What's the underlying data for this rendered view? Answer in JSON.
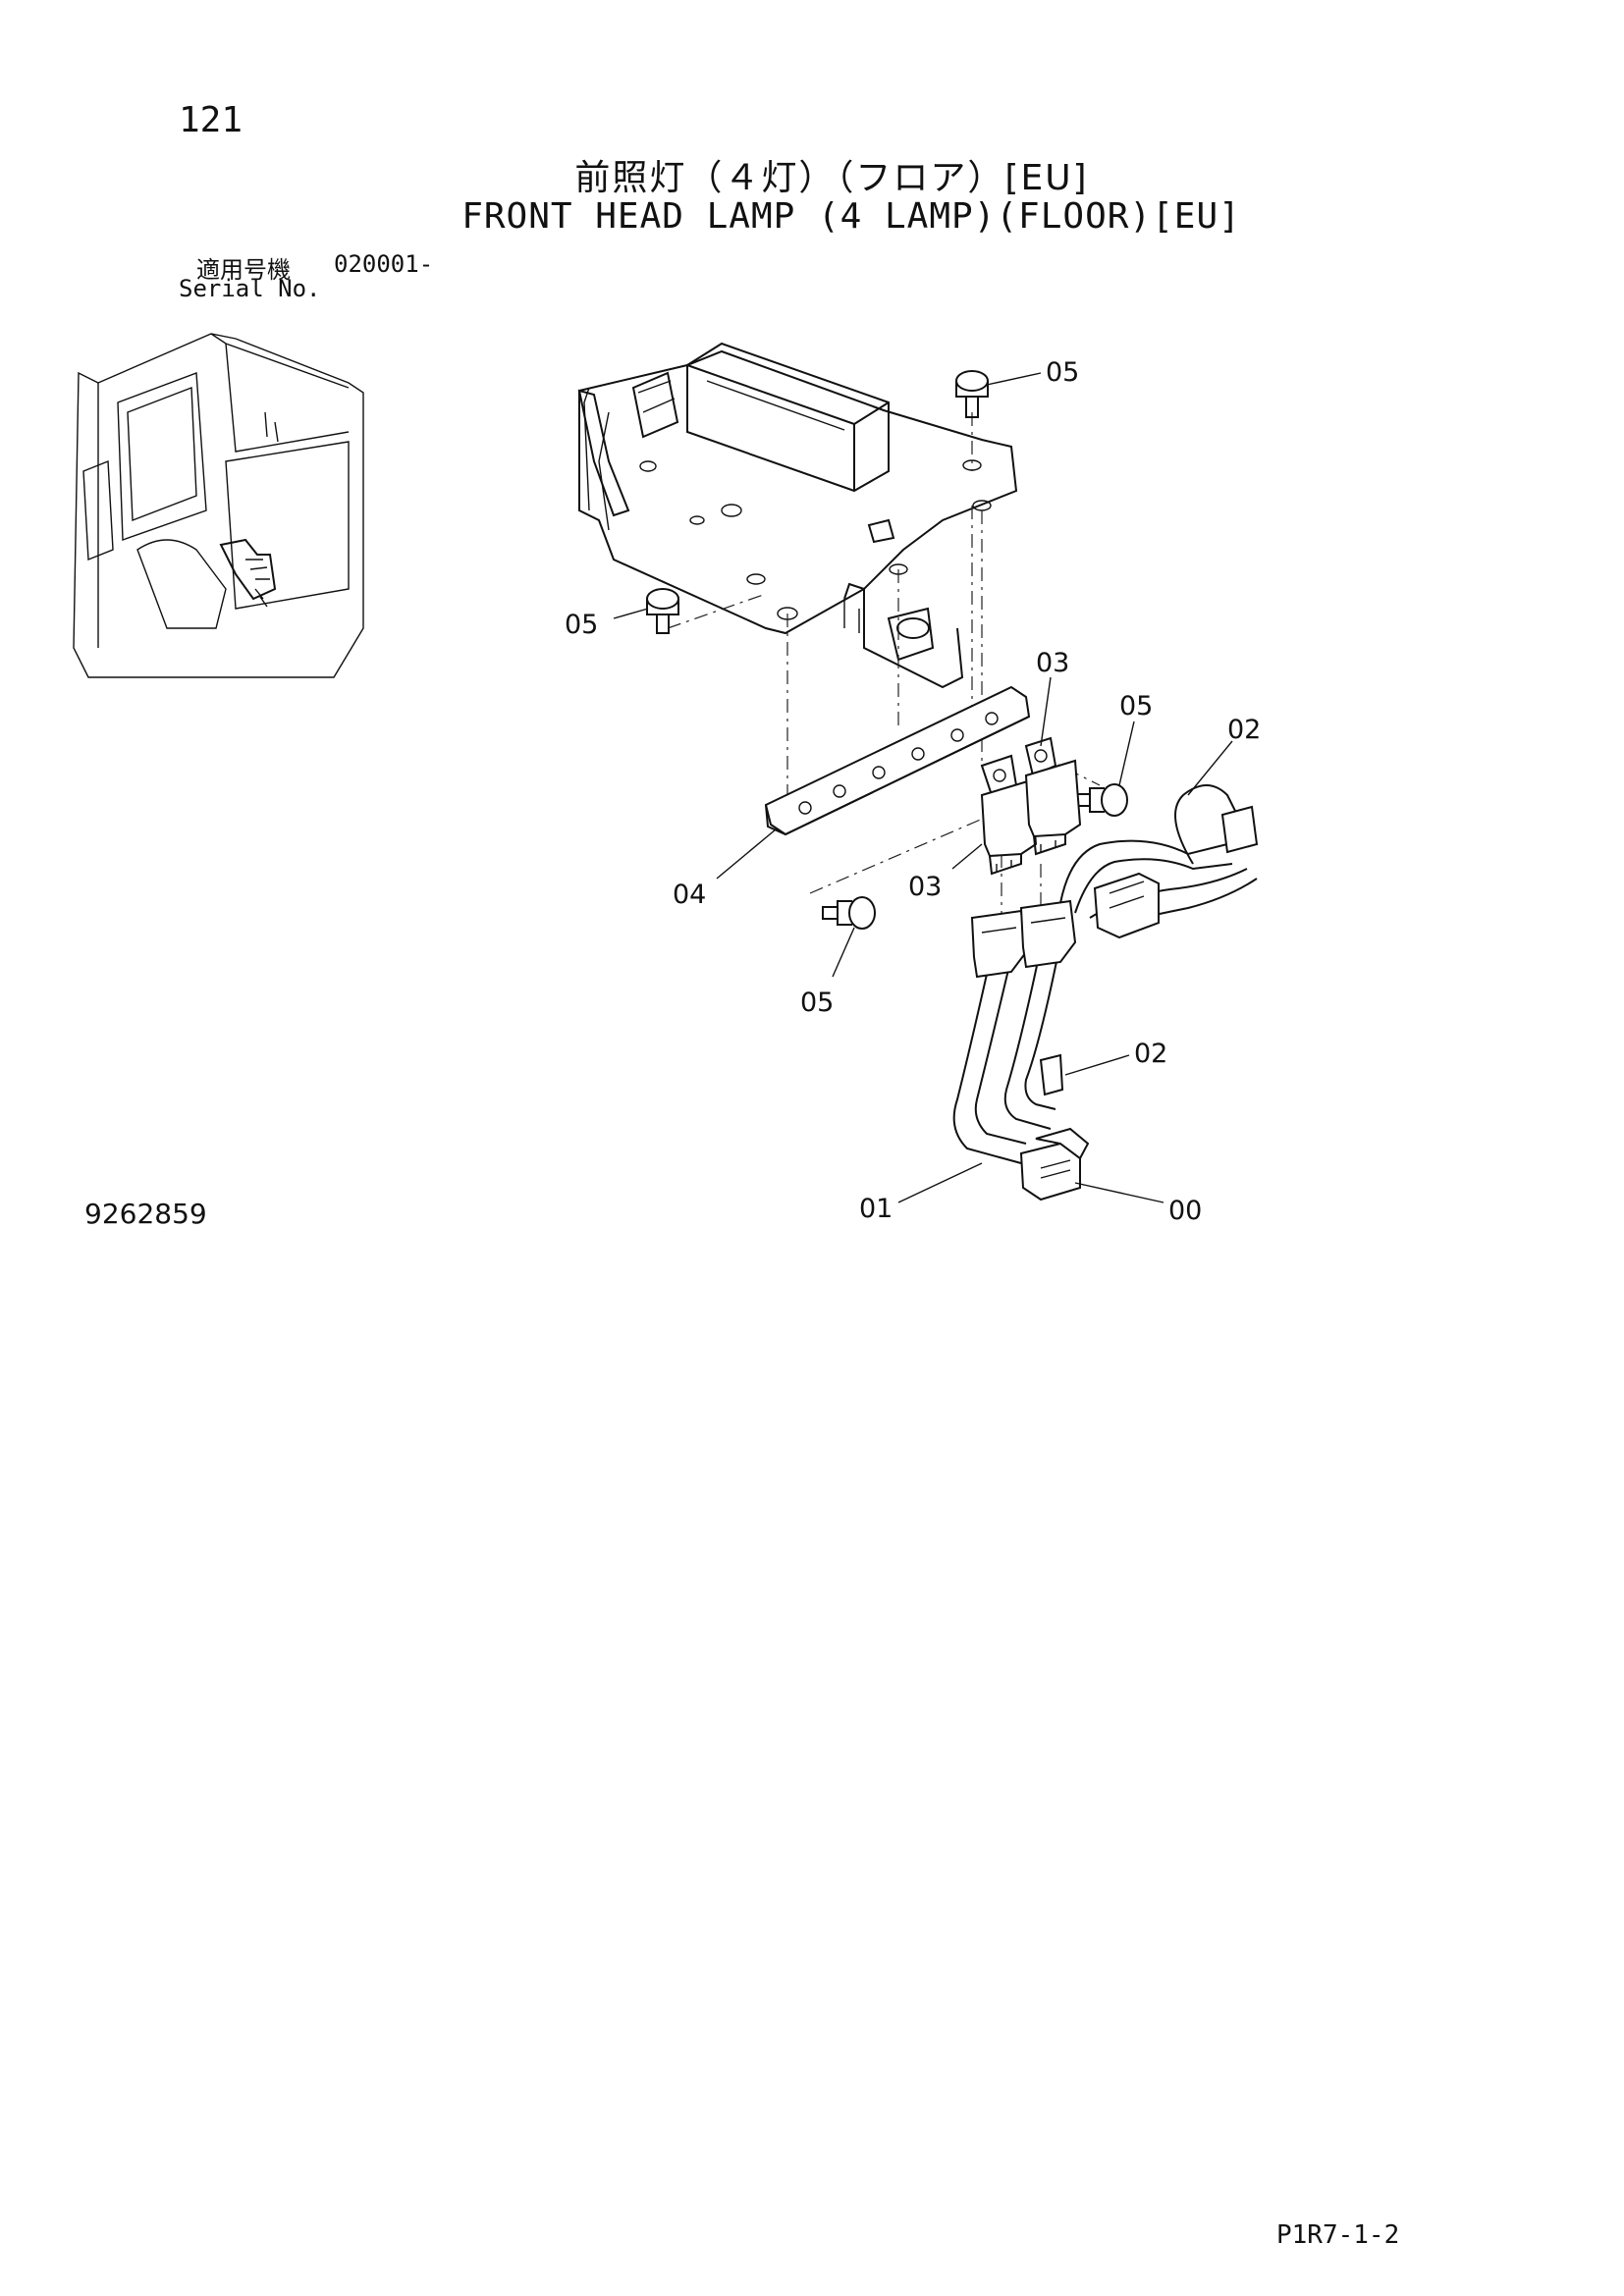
{
  "page_number": "121",
  "title_jp": "前照灯（４灯）（フロア）[EU]",
  "title_en": "FRONT HEAD LAMP (4 LAMP)(FLOOR)[EU]",
  "serial": {
    "label_jp": "適用号機",
    "value": "020001-",
    "label_en": "Serial No."
  },
  "drawing_number": "9262859",
  "page_code": "P1R7-1-2",
  "callouts": [
    {
      "id": "05",
      "label": "05"
    },
    {
      "id": "05",
      "label": "05"
    },
    {
      "id": "03",
      "label": "03"
    },
    {
      "id": "05",
      "label": "05"
    },
    {
      "id": "02",
      "label": "02"
    },
    {
      "id": "04",
      "label": "04"
    },
    {
      "id": "03",
      "label": "03"
    },
    {
      "id": "05",
      "label": "05"
    },
    {
      "id": "02",
      "label": "02"
    },
    {
      "id": "01",
      "label": "01"
    },
    {
      "id": "00",
      "label": "00"
    }
  ]
}
